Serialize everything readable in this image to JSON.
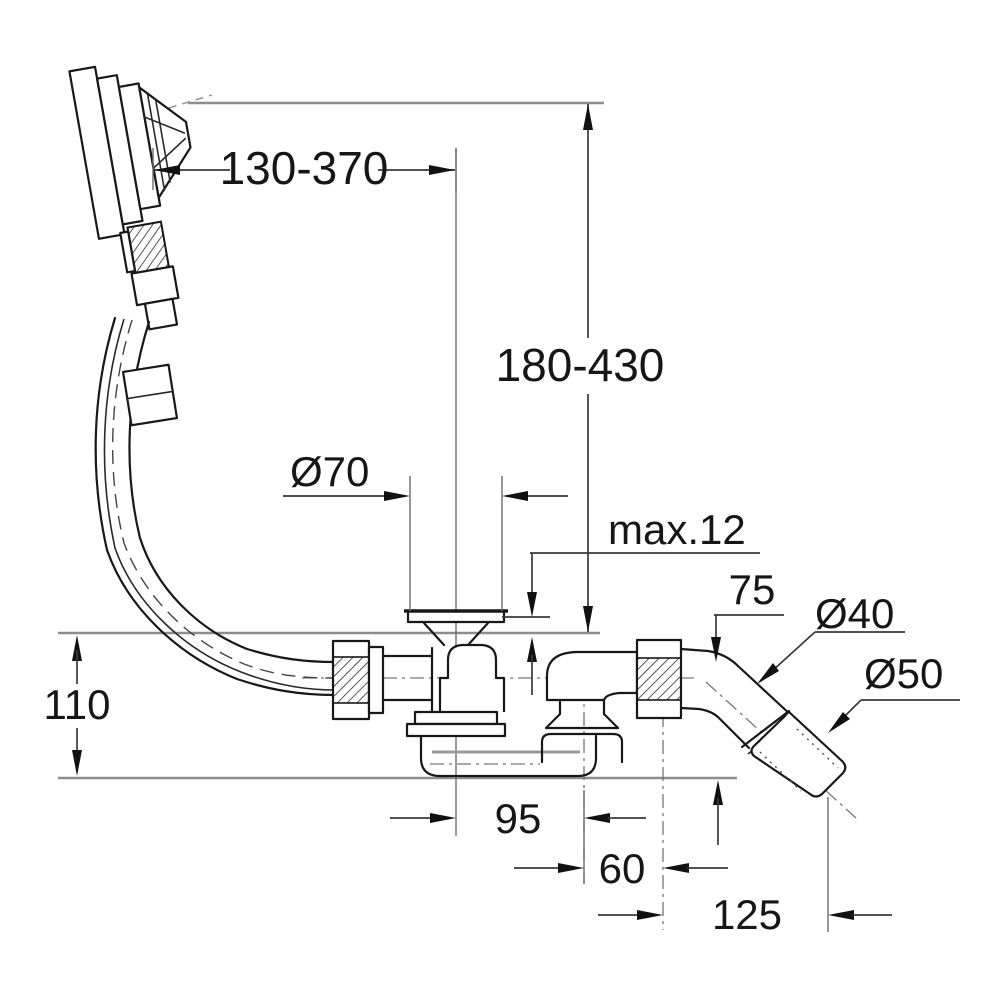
{
  "title": "Bath waste and overflow set - dimensional drawing",
  "labels": {
    "span_adjustable": "130-370",
    "height_adjustable": "180-430",
    "plug_diameter": "Ø70",
    "max_panel_thickness": "max.12",
    "outlet_height": "75",
    "pipe_diameter": "Ø40",
    "sleeve_diameter": "Ø50",
    "trap_height": "110",
    "offset_plug_trap": "95",
    "offset_trap_elbow": "60",
    "offset_elbow_end": "125"
  },
  "colors": {
    "background": "#ffffff",
    "outline": "#181818",
    "dimension_line": "#3a3a3a",
    "reference_line": "#8d8d8d",
    "text": "#161616"
  }
}
